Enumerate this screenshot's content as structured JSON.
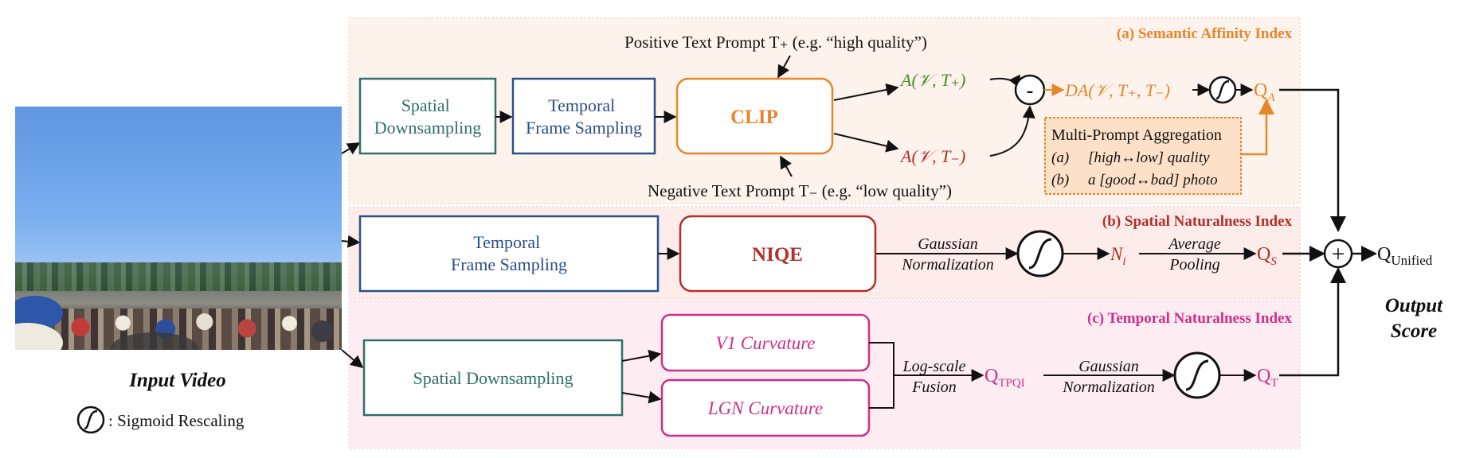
{
  "regions": {
    "semantic": {
      "title": "(a) Semantic Affinity Index"
    },
    "spatial": {
      "title": "(b) Spatial Naturalness Index"
    },
    "temporal": {
      "title": "(c) Temporal Naturalness Index"
    }
  },
  "boxes": {
    "spatial_down_1": [
      "Spatial",
      "Downsampling"
    ],
    "temporal_frame_1": [
      "Temporal",
      "Frame Sampling"
    ],
    "clip": "CLIP",
    "temporal_frame_2": [
      "Temporal",
      "Frame Sampling"
    ],
    "niqe": "NIQE",
    "spatial_down_2": "Spatial Downsampling",
    "v1": "V1 Curvature",
    "lgn": "LGN Curvature"
  },
  "prompts": {
    "positive": "Positive Text Prompt T₊ (e.g. “high quality”)",
    "negative": "Negative Text Prompt T₋ (e.g. “low quality”)"
  },
  "affinity": {
    "a_pos": "A(𝒱, T₊)",
    "a_neg": "A(𝒱, T₋)",
    "minus": "-",
    "da": "DA(𝒱, T₊, T₋)",
    "qa": "Q",
    "qa_sub": "A"
  },
  "aggregation": {
    "title": "Multi-Prompt Aggregation",
    "items": [
      {
        "marker": "(a)",
        "text": "[high↔low] quality"
      },
      {
        "marker": "(b)",
        "text": "a [good↔bad] photo"
      }
    ]
  },
  "spatial_branch": {
    "gauss_1": "Gaussian",
    "gauss_2": "Normalization",
    "ni": "N",
    "ni_sub": "i",
    "pool_1": "Average",
    "pool_2": "Pooling",
    "qs": "Q",
    "qs_sub": "S"
  },
  "temporal_branch": {
    "fusion_1": "Log-scale",
    "fusion_2": "Fusion",
    "qtpqi": "Q",
    "qtpqi_sub": "TPQI",
    "gauss_1": "Gaussian",
    "gauss_2": "Normalization",
    "qt": "Q",
    "qt_sub": "T"
  },
  "output": {
    "plus": "+",
    "q_unified": "Q",
    "q_unified_sub": "Unified",
    "score_1": "Output",
    "score_2": "Score"
  },
  "legend": {
    "input_video": "Input Video",
    "sigmoid_label": ": Sigmoid Rescaling"
  },
  "colors": {
    "semantic_bg": "#fdf3ec",
    "spatial_bg": "#fdecea",
    "temporal_bg": "#fdedf3",
    "teal": "#2f6f68",
    "navy": "#2b4f8a",
    "orange": "#e8852a",
    "red": "#b0302a",
    "magenta": "#cf2f86",
    "green": "#4a8b2c",
    "agg_bg": "#fde0c8",
    "agg_border": "#e8852a"
  }
}
